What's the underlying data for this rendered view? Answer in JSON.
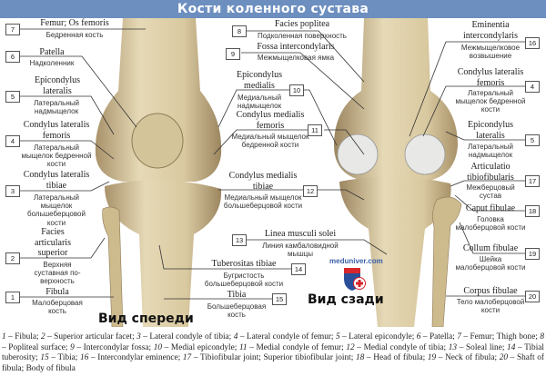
{
  "title": "Кости коленного сустава",
  "views": {
    "front": "Вид спереди",
    "back": "Вид сзади"
  },
  "watermark": "meduniver.com",
  "colors": {
    "title_bar": "#6d8fc0",
    "bone": "#d9c9a0",
    "bone_shadow": "#a8926a",
    "cartilage": "#e8e8e6",
    "shield_blue": "#2a4f9a",
    "shield_red": "#d8262c"
  },
  "labels_left": [
    {
      "num": "7",
      "latin": "Femur; Os femoris",
      "russian": "Бедренная кость"
    },
    {
      "num": "6",
      "latin": "Patella",
      "russian": "Надколенник"
    },
    {
      "num": "5",
      "latin": "Epicondylus lateralis",
      "russian": "Латеральный надмыщелок"
    },
    {
      "num": "4",
      "latin": "Condylus lateralis femoris",
      "russian": "Латеральный мыщелок бедренной кости"
    },
    {
      "num": "3",
      "latin": "Condylus lateralis tibiae",
      "russian": "Латеральный мыщелок большеберцовой кости"
    },
    {
      "num": "2",
      "latin": "Facies articularis superior",
      "russian": "Верхняя суставная по-верхность"
    },
    {
      "num": "1",
      "latin": "Fibula",
      "russian": "Малоберцовая кость"
    }
  ],
  "labels_center": [
    {
      "num": "8",
      "latin": "Facies poplitea",
      "russian": "Подколенная поверхность"
    },
    {
      "num": "9",
      "latin": "Fossa intercondylaris",
      "russian": "Межмыщелковая ямка"
    },
    {
      "num": "10",
      "latin": "Epicondylus medialis",
      "russian": "Медиальный надмыщелок"
    },
    {
      "num": "11",
      "latin": "Condylus medialis femoris",
      "russian": "Медиальный мыщелок бедренной кости"
    },
    {
      "num": "12",
      "latin": "Condylus medialis tibiae",
      "russian": "Медиальный мыщелок большеберцовой кости"
    },
    {
      "num": "13",
      "latin": "Linea musculi solei",
      "russian": "Линия камбаловидной мышцы"
    },
    {
      "num": "14",
      "latin": "Tuberositas tibiae",
      "russian": "Бугристость большеберцовой кости"
    },
    {
      "num": "15",
      "latin": "Tibia",
      "russian": "Большеберцовая кость"
    }
  ],
  "labels_right": [
    {
      "num": "16",
      "latin": "Eminentia intercondylaris",
      "russian": "Межмыщелковое возвышение"
    },
    {
      "num": "4",
      "latin": "Condylus lateralis femoris",
      "russian": "Латеральный мыщелок бедренной кости"
    },
    {
      "num": "5",
      "latin": "Epicondylus lateralis",
      "russian": "Латеральный надмыщелок"
    },
    {
      "num": "17",
      "latin": "Articulatio tibiofibularis",
      "russian": "Межберцовый сустав"
    },
    {
      "num": "18",
      "latin": "Caput fibulae",
      "russian": "Головка малоберцовой кости"
    },
    {
      "num": "19",
      "latin": "Collum fibulae",
      "russian": "Шейка малоберцовой кости"
    },
    {
      "num": "20",
      "latin": "Corpus fibulae",
      "russian": "Тело малоберцовой кости"
    }
  ],
  "caption": [
    {
      "n": "1",
      "t": "Fibula; "
    },
    {
      "n": "2",
      "t": "Superior articular facet; "
    },
    {
      "n": "3",
      "t": "Lateral condyle of tibia; "
    },
    {
      "n": "4",
      "t": "Lateral condyle of femur; "
    },
    {
      "n": "5",
      "t": "Lateral epicondyle; "
    },
    {
      "n": "6",
      "t": "Patella; "
    },
    {
      "n": "7",
      "t": "Femur; Thigh bone; "
    },
    {
      "n": "8",
      "t": "Popliteal surface; "
    },
    {
      "n": "9",
      "t": "Intercondylar fossa; "
    },
    {
      "n": "10",
      "t": "Medial epicondyle; "
    },
    {
      "n": "11",
      "t": "Medial condyle of femur; "
    },
    {
      "n": "12",
      "t": "Medial condyle of tibia; "
    },
    {
      "n": "13",
      "t": "Soleal line; "
    },
    {
      "n": "14",
      "t": "Tibial tuberosity; "
    },
    {
      "n": "15",
      "t": "Tibia; "
    },
    {
      "n": "16",
      "t": "Intercondylar eminence; "
    },
    {
      "n": "17",
      "t": "Tibiofibular joint; Superior tibiofibular joint; "
    },
    {
      "n": "18",
      "t": "Head of fibula; "
    },
    {
      "n": "19",
      "t": "Neck of fibula; "
    },
    {
      "n": "20",
      "t": "Shaft of fibula; Body of fibula"
    }
  ]
}
